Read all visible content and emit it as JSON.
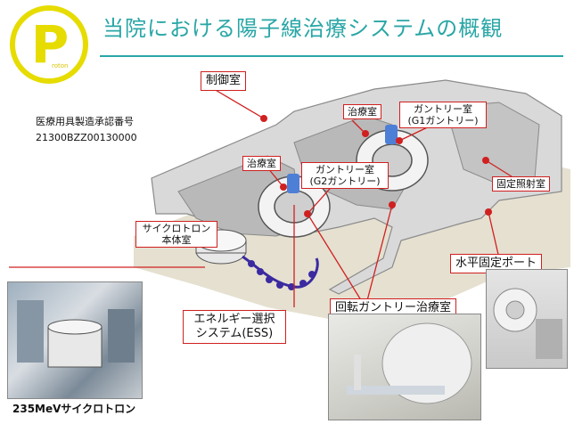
{
  "header": {
    "logo_letter": "P",
    "logo_subtext": "roton",
    "title": "当院における陽子線治療システムの概観"
  },
  "approval": {
    "line1": "医療用具製造承認番号",
    "line2": "21300BZZ00130000"
  },
  "labels": {
    "control_room": "制御室",
    "treatment_room_1": "治療室",
    "gantry_room_1_a": "ガントリー室",
    "gantry_room_1_b": "(G1ガントリー)",
    "treatment_room_2": "治療室",
    "gantry_room_2_a": "ガントリー室",
    "gantry_room_2_b": "(G2ガントリー)",
    "fixed_room": "固定照射室",
    "cyclotron_room_a": "サイクロトロン",
    "cyclotron_room_b": "本体室",
    "horizontal_port": "水平固定ポート",
    "ess_a": "エネルギー選択",
    "ess_b": "システム(ESS)",
    "rotating_gantry": "回転ガントリー治療室",
    "cyclotron_caption": "235MeVサイクロトロン"
  },
  "colors": {
    "accent": "#2aa6a6",
    "logo_yellow": "#e6dc00",
    "callout_red": "#d02020",
    "beam_magnet": "#3b2aa0"
  }
}
